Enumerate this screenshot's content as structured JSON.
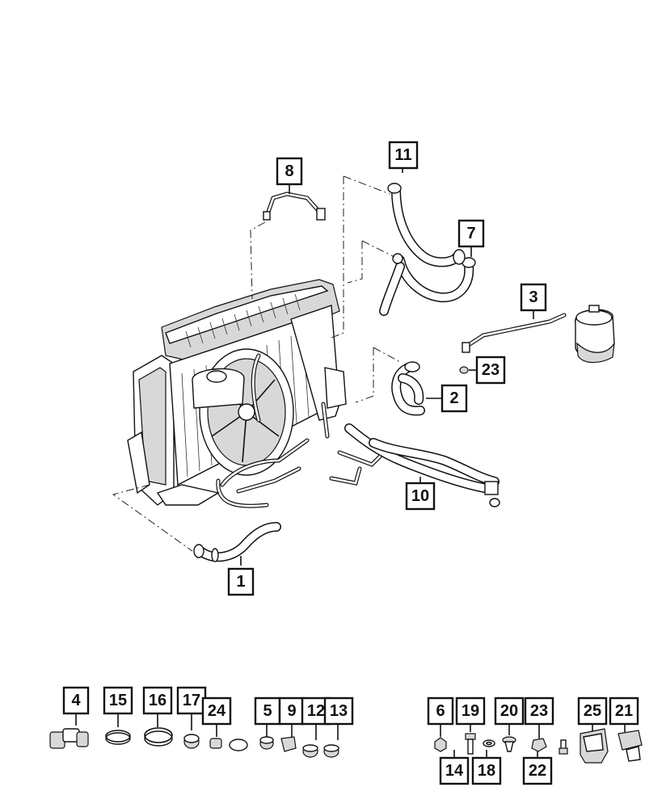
{
  "callouts": [
    {
      "id": "c1",
      "label": "1"
    },
    {
      "id": "c2",
      "label": "2"
    },
    {
      "id": "c3",
      "label": "3"
    },
    {
      "id": "c4",
      "label": "4"
    },
    {
      "id": "c5",
      "label": "5"
    },
    {
      "id": "c6",
      "label": "6"
    },
    {
      "id": "c7",
      "label": "7"
    },
    {
      "id": "c8",
      "label": "8"
    },
    {
      "id": "c9",
      "label": "9"
    },
    {
      "id": "c10",
      "label": "10"
    },
    {
      "id": "c11",
      "label": "11"
    },
    {
      "id": "c12",
      "label": "12"
    },
    {
      "id": "c13",
      "label": "13"
    },
    {
      "id": "c14",
      "label": "14"
    },
    {
      "id": "c15",
      "label": "15"
    },
    {
      "id": "c16",
      "label": "16"
    },
    {
      "id": "c17",
      "label": "17"
    },
    {
      "id": "c18",
      "label": "18"
    },
    {
      "id": "c19",
      "label": "19"
    },
    {
      "id": "c20",
      "label": "20"
    },
    {
      "id": "c21",
      "label": "21"
    },
    {
      "id": "c22",
      "label": "22"
    },
    {
      "id": "c23a",
      "label": "23"
    },
    {
      "id": "c23b",
      "label": "23"
    },
    {
      "id": "c24",
      "label": "24"
    },
    {
      "id": "c25",
      "label": "25"
    }
  ]
}
